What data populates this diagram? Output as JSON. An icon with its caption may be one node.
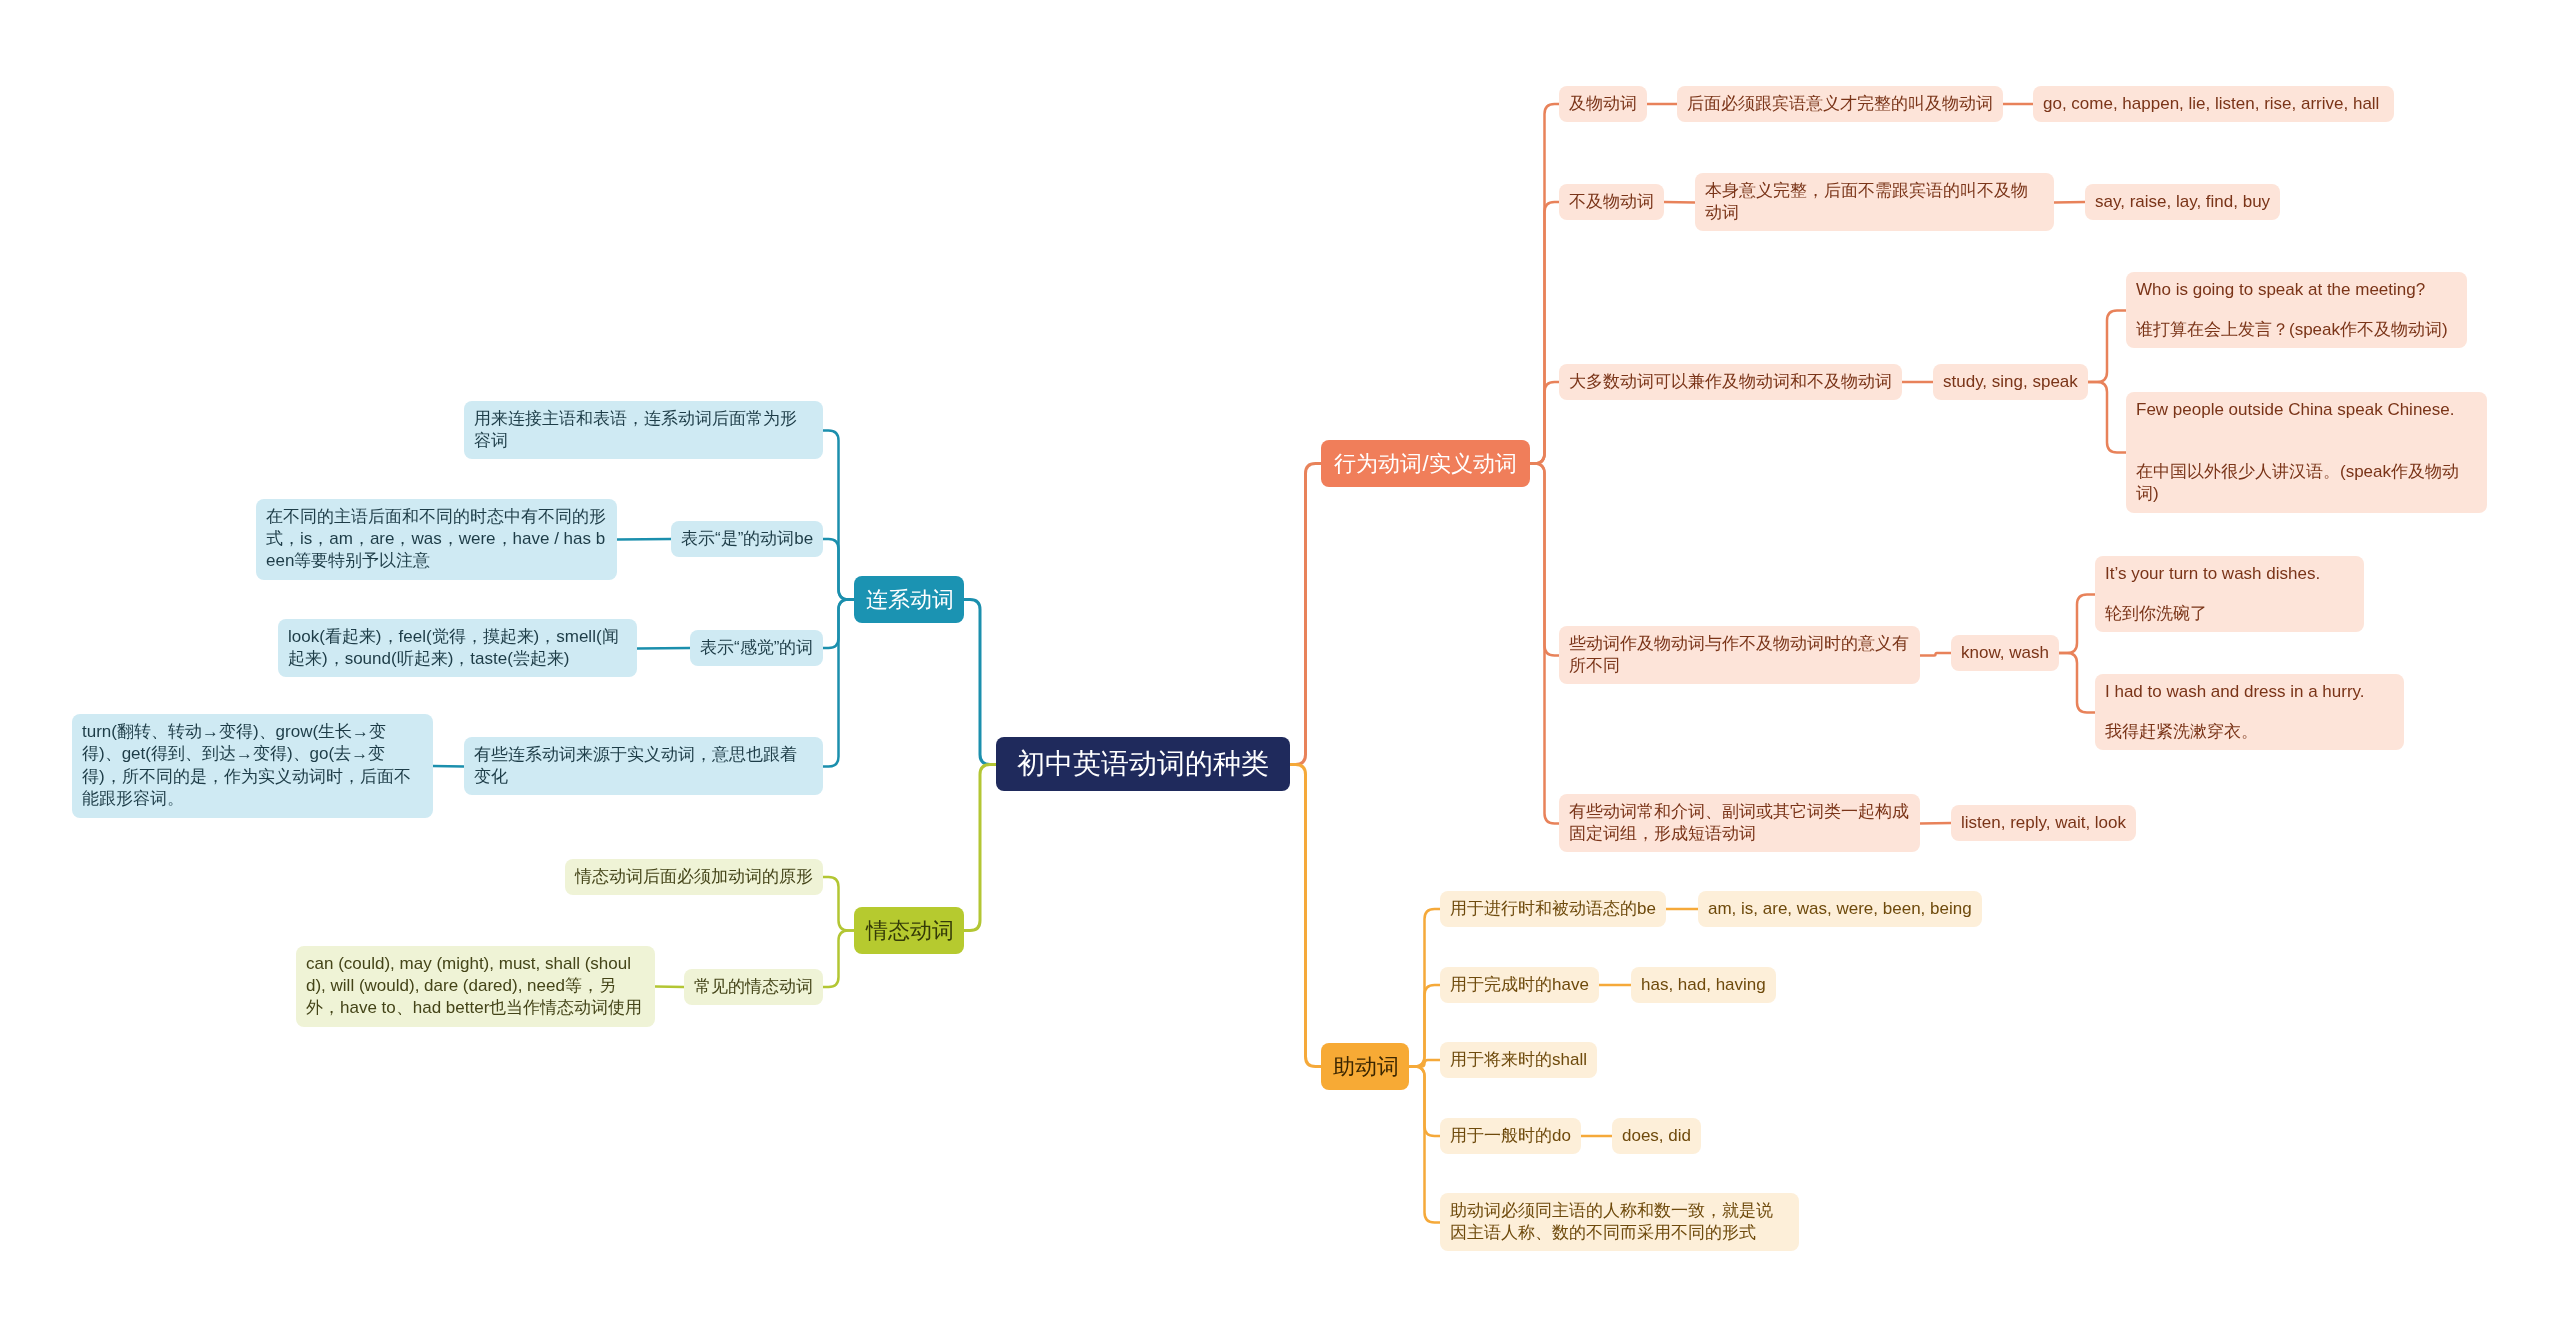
{
  "diagram": {
    "nodes": [
      {
        "text": [
          "初中英语动词的种类"
        ]
      },
      {
        "text": [
          "行为动词/实义动词"
        ]
      },
      {
        "text": [
          "及物动词"
        ]
      },
      {
        "text": [
          "后面必须跟宾语意义才完整的叫及物动词"
        ]
      },
      {
        "text": [
          "go, come, happen, lie, listen, rise, arrive, hall"
        ]
      },
      {
        "text": [
          "不及物动词"
        ]
      },
      {
        "text": [
          "本身意义完整，后面不需跟宾语的叫不及物动词"
        ]
      },
      {
        "text": [
          "say, raise, lay, find, buy"
        ]
      },
      {
        "text": [
          "大多数动词可以兼作及物动词和不及物动词"
        ]
      },
      {
        "text": [
          "study, sing, speak"
        ]
      },
      {
        "text": [
          "Who is going to speak at the meeting?",
          "谁打算在会上发言？(speak作不及物动词)"
        ]
      },
      {
        "text": [
          "Few people outside China speak Chinese.",
          "在中国以外很少人讲汉语。(speak作及物动词)"
        ]
      },
      {
        "text": [
          "些动词作及物动词与作不及物动词时的意义有所不同"
        ]
      },
      {
        "text": [
          "know, wash"
        ]
      },
      {
        "text": [
          "It’s your turn to wash dishes.",
          "轮到你洗碗了"
        ]
      },
      {
        "text": [
          "I had to wash and dress in a hurry.",
          "我得赶紧洗漱穿衣。"
        ]
      },
      {
        "text": [
          "有些动词常和介词、副词或其它词类一起构成固定词组，形成短语动词"
        ]
      },
      {
        "text": [
          "listen, reply, wait, look"
        ]
      },
      {
        "text": [
          "助动词"
        ]
      },
      {
        "text": [
          "用于进行时和被动语态的be"
        ]
      },
      {
        "text": [
          "am, is, are, was, were, been, being"
        ]
      },
      {
        "text": [
          "用于完成时的have"
        ]
      },
      {
        "text": [
          "has, had, having"
        ]
      },
      {
        "text": [
          "用于将来时的shall"
        ]
      },
      {
        "text": [
          "用于一般时的do"
        ]
      },
      {
        "text": [
          "does, did"
        ]
      },
      {
        "text": [
          "助动词必须同主语的人称和数一致，就是说因主语人称、数的不同而采用不同的形式"
        ]
      },
      {
        "text": [
          "连系动词"
        ]
      },
      {
        "text": [
          "用来连接主语和表语，连系动词后面常为形容词"
        ]
      },
      {
        "text": [
          "表示“是”的动词be"
        ]
      },
      {
        "text": [
          "在不同的主语后面和不同的时态中有不同的形式，is，am，are，was，were，have / has been等要特别予以注意"
        ]
      },
      {
        "text": [
          "表示“感觉”的词"
        ]
      },
      {
        "text": [
          "look(看起来)，feel(觉得，摸起来)，smell(闻起来)，sound(听起来)，taste(尝起来)"
        ]
      },
      {
        "text": [
          "有些连系动词来源于实义动词，意思也跟着变化"
        ]
      },
      {
        "text": [
          "turn(翻转、转动→变得)、grow(生长→变得)、get(得到、到达→变得)、go(去→变得)，所不同的是，作为实义动词时，后面不能跟形容词。"
        ]
      },
      {
        "text": [
          "情态动词"
        ]
      },
      {
        "text": [
          "情态动词后面必须加动词的原形"
        ]
      },
      {
        "text": [
          "常见的情态动词"
        ]
      },
      {
        "text": [
          "can (could), may (might), must, shall (should), will (would), dare (dared), need等，另外，have to、had better也当作情态动词使用"
        ]
      }
    ],
    "edges": [
      {
        "from": 0,
        "to": 1,
        "arrow": "none"
      },
      {
        "from": 1,
        "to": 2,
        "arrow": "none"
      },
      {
        "from": 2,
        "to": 3,
        "arrow": "none"
      },
      {
        "from": 3,
        "to": 4,
        "arrow": "none"
      },
      {
        "from": 1,
        "to": 5,
        "arrow": "none"
      },
      {
        "from": 5,
        "to": 6,
        "arrow": "none"
      },
      {
        "from": 6,
        "to": 7,
        "arrow": "none"
      },
      {
        "from": 1,
        "to": 8,
        "arrow": "none"
      },
      {
        "from": 8,
        "to": 9,
        "arrow": "none"
      },
      {
        "from": 9,
        "to": 10,
        "arrow": "none"
      },
      {
        "from": 9,
        "to": 11,
        "arrow": "none"
      },
      {
        "from": 1,
        "to": 12,
        "arrow": "none"
      },
      {
        "from": 12,
        "to": 13,
        "arrow": "none"
      },
      {
        "from": 13,
        "to": 14,
        "arrow": "none"
      },
      {
        "from": 13,
        "to": 15,
        "arrow": "none"
      },
      {
        "from": 1,
        "to": 16,
        "arrow": "none"
      },
      {
        "from": 16,
        "to": 17,
        "arrow": "none"
      },
      {
        "from": 0,
        "to": 18,
        "arrow": "none",
        "color": "#f5a93a"
      },
      {
        "from": 18,
        "to": 19,
        "arrow": "none",
        "color": "#f5a93a"
      },
      {
        "from": 19,
        "to": 20,
        "arrow": "none",
        "color": "#f5a93a"
      },
      {
        "from": 18,
        "to": 21,
        "arrow": "none",
        "color": "#f5a93a"
      },
      {
        "from": 21,
        "to": 22,
        "arrow": "none",
        "color": "#f5a93a"
      },
      {
        "from": 18,
        "to": 23,
        "arrow": "none",
        "color": "#f5a93a"
      },
      {
        "from": 18,
        "to": 24,
        "arrow": "none",
        "color": "#f5a93a"
      },
      {
        "from": 24,
        "to": 25,
        "arrow": "none",
        "color": "#f5a93a"
      },
      {
        "from": 18,
        "to": 26,
        "arrow": "none",
        "color": "#f5a93a"
      },
      {
        "from": 0,
        "to": 27,
        "arrow": "none",
        "color": "#1b8fad"
      },
      {
        "from": 27,
        "to": 28,
        "arrow": "none",
        "color": "#1b8fad"
      },
      {
        "from": 27,
        "to": 29,
        "arrow": "none",
        "color": "#1b8fad"
      },
      {
        "from": 29,
        "to": 30,
        "arrow": "none",
        "color": "#1b8fad"
      },
      {
        "from": 27,
        "to": 31,
        "arrow": "none",
        "color": "#1b8fad"
      },
      {
        "from": 31,
        "to": 32,
        "arrow": "none",
        "color": "#1b8fad"
      },
      {
        "from": 27,
        "to": 33,
        "arrow": "none",
        "color": "#1b8fad"
      },
      {
        "from": 33,
        "to": 34,
        "arrow": "none",
        "color": "#1b8fad"
      },
      {
        "from": 0,
        "to": 35,
        "arrow": "none",
        "color": "#b3c633"
      },
      {
        "from": 35,
        "to": 36,
        "arrow": "none",
        "color": "#b3c633"
      },
      {
        "from": 35,
        "to": 37,
        "arrow": "none",
        "color": "#b3c633"
      },
      {
        "from": 37,
        "to": 38,
        "arrow": "none",
        "color": "#b3c633"
      }
    ]
  }
}
